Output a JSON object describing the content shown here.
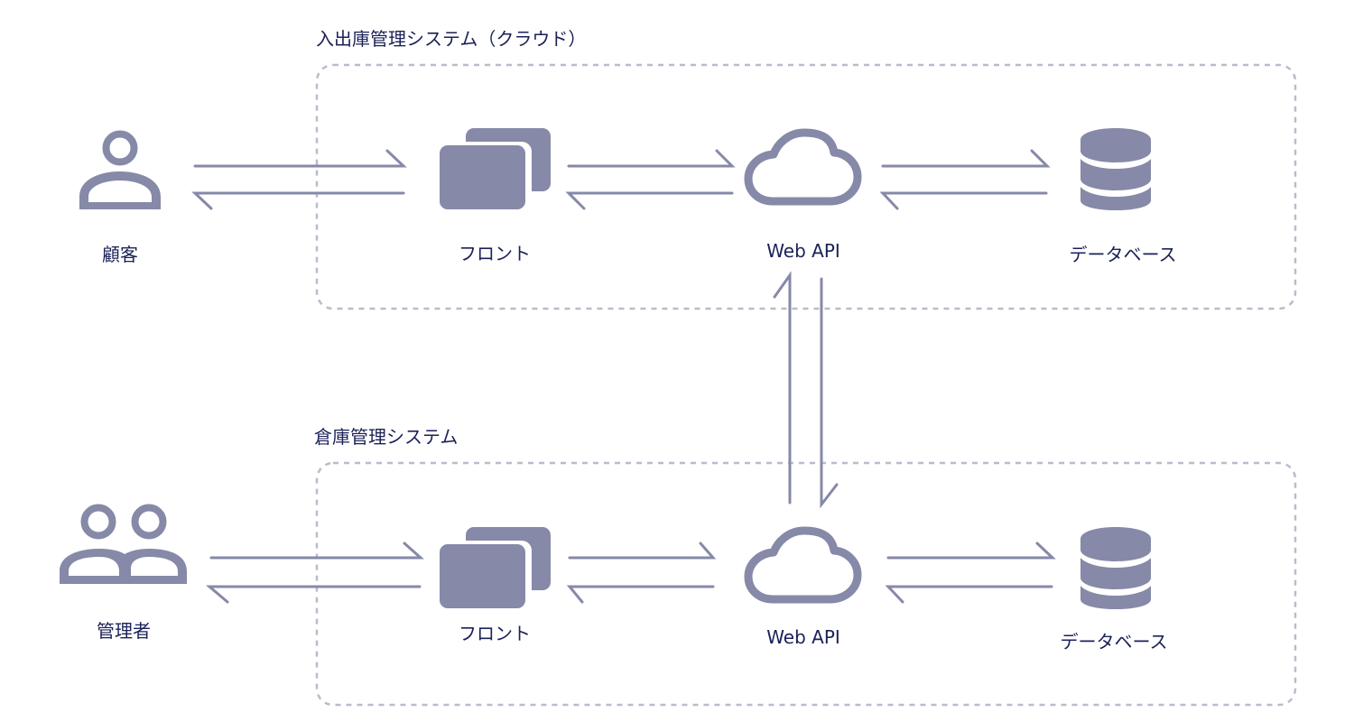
{
  "diagram": {
    "groups": [
      {
        "id": "cloud",
        "title": "入出庫管理システム（クラウド）"
      },
      {
        "id": "warehouse",
        "title": "倉庫管理システム"
      }
    ],
    "actors": [
      {
        "id": "customer",
        "label": "顧客",
        "icon": "user-icon"
      },
      {
        "id": "admin",
        "label": "管理者",
        "icon": "users-icon"
      }
    ],
    "nodes": {
      "cloud": [
        {
          "id": "cloud-front",
          "label": "フロント",
          "icon": "windows-icon"
        },
        {
          "id": "cloud-api",
          "label": "Web API",
          "icon": "cloud-icon"
        },
        {
          "id": "cloud-db",
          "label": "データベース",
          "icon": "database-icon"
        }
      ],
      "warehouse": [
        {
          "id": "wh-front",
          "label": "フロント",
          "icon": "windows-icon"
        },
        {
          "id": "wh-api",
          "label": "Web API",
          "icon": "cloud-icon"
        },
        {
          "id": "wh-db",
          "label": "データベース",
          "icon": "database-icon"
        }
      ]
    },
    "connections": [
      {
        "from": "customer",
        "to": "cloud-front",
        "type": "bidirectional"
      },
      {
        "from": "cloud-front",
        "to": "cloud-api",
        "type": "bidirectional"
      },
      {
        "from": "cloud-api",
        "to": "cloud-db",
        "type": "bidirectional"
      },
      {
        "from": "admin",
        "to": "wh-front",
        "type": "bidirectional"
      },
      {
        "from": "wh-front",
        "to": "wh-api",
        "type": "bidirectional"
      },
      {
        "from": "wh-api",
        "to": "wh-db",
        "type": "bidirectional"
      },
      {
        "from": "wh-api",
        "to": "cloud-api",
        "type": "bidirectional"
      }
    ],
    "colors": {
      "icon": "#8689a7",
      "text": "#1b2157",
      "boundary": "#b9bccb"
    }
  }
}
